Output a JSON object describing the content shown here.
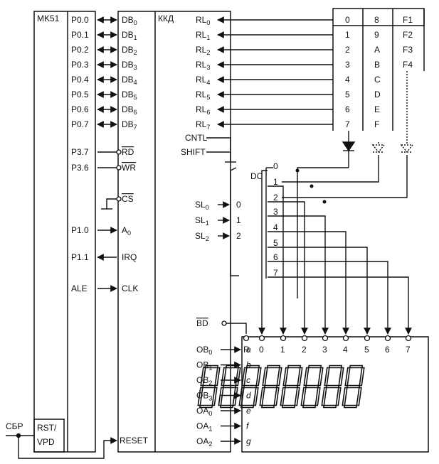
{
  "mcu": {
    "title": "MK51",
    "ports": [
      "P0.0",
      "P0.1",
      "P0.2",
      "P0.3",
      "P0.4",
      "P0.5",
      "P0.6",
      "P0.7"
    ],
    "p37": "P3.7",
    "p36": "P3.6",
    "p10": "P1.0",
    "p11": "P1.1",
    "ale": "ALE",
    "rst": "RST/",
    "vpd": "VPD"
  },
  "kkd": {
    "title": "ККД",
    "db": [
      "DB",
      "DB",
      "DB",
      "DB",
      "DB",
      "DB",
      "DB",
      "DB"
    ],
    "db_sub": [
      "0",
      "1",
      "2",
      "3",
      "4",
      "5",
      "6",
      "7"
    ],
    "rd": "RD",
    "wr": "WR",
    "cs": "CS",
    "a0": "A",
    "a0_sub": "0",
    "irq": "IRQ",
    "clk": "CLK",
    "reset": "RESET",
    "rl": [
      "RL",
      "RL",
      "RL",
      "RL",
      "RL",
      "RL",
      "RL",
      "RL"
    ],
    "rl_sub": [
      "0",
      "1",
      "2",
      "3",
      "4",
      "5",
      "6",
      "7"
    ],
    "cntl": "CNTL",
    "shift": "SHIFT",
    "sl": [
      "SL",
      "SL",
      "SL"
    ],
    "sl_sub": [
      "0",
      "1",
      "2"
    ],
    "bd": "BD",
    "ob": [
      "OB",
      "OB",
      "OB",
      "OB"
    ],
    "ob_sub": [
      "0",
      "1",
      "2",
      "3"
    ],
    "oa": [
      "OA",
      "OA",
      "OA"
    ],
    "oa_sub": [
      "0",
      "1",
      "2"
    ]
  },
  "decoder": {
    "title": "DC",
    "inputs": [
      "0",
      "1",
      "2"
    ],
    "outputs": [
      "0",
      "1",
      "2",
      "3",
      "4",
      "5",
      "6",
      "7"
    ]
  },
  "keypad": {
    "col0": [
      "0",
      "1",
      "2",
      "3",
      "4",
      "5",
      "6",
      "7"
    ],
    "col1": [
      "8",
      "9",
      "A",
      "B",
      "C",
      "D",
      "E",
      "F"
    ],
    "col2": [
      "F1",
      "F2",
      "F3",
      "F4"
    ]
  },
  "display": {
    "digit_labels": [
      "R",
      "0",
      "1",
      "2",
      "3",
      "4",
      "5",
      "6",
      "7"
    ],
    "seg_labels": [
      "a",
      "b",
      "c",
      "d",
      "e",
      "f",
      "g"
    ]
  },
  "reset_label": "СБР"
}
